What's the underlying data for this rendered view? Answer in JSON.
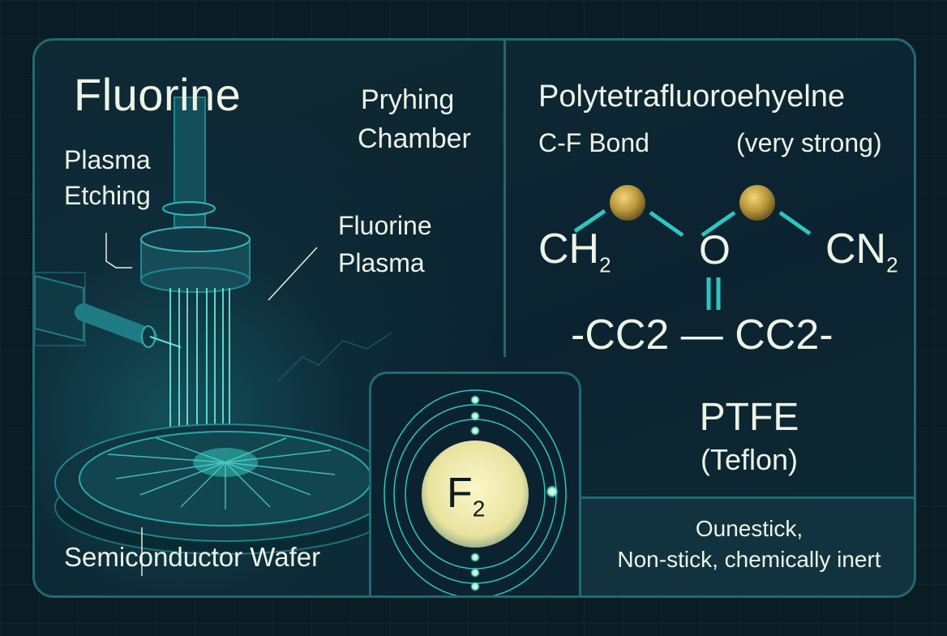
{
  "title": "Fluorine",
  "left_panel": {
    "chamber_label": [
      "Pryhing",
      "Chamber"
    ],
    "etching_label": [
      "Plasma",
      "Etching"
    ],
    "plasma_label": [
      "Fluorine",
      "Plasma"
    ],
    "wafer_label": "Semiconductor Wafer"
  },
  "right_panel": {
    "polymer_name": "Polytetrafluoroehyelne",
    "bond_label": "C-F Bond",
    "bond_strength": "(very strong)",
    "structure": {
      "left_group": "CH",
      "left_sub": "2",
      "center_atom": "O",
      "right_group": "CN",
      "right_sub": "2",
      "chain": "-CC2 — CC2-"
    },
    "ptfe_title": "PTFE",
    "ptfe_subtitle": "(Teflon)",
    "note_line1": "Ounestick,",
    "note_line2": "Non-stick, chemically inert"
  },
  "atom": {
    "symbol": "F",
    "subscript": "2"
  },
  "colors": {
    "background": "#0a1c24",
    "panel_border": "#1f6a72",
    "accent_teal": "#2ec4c0",
    "atom_gold": "#b8963a",
    "nucleus": "#f1ecb0",
    "text": "#eef3e6"
  }
}
